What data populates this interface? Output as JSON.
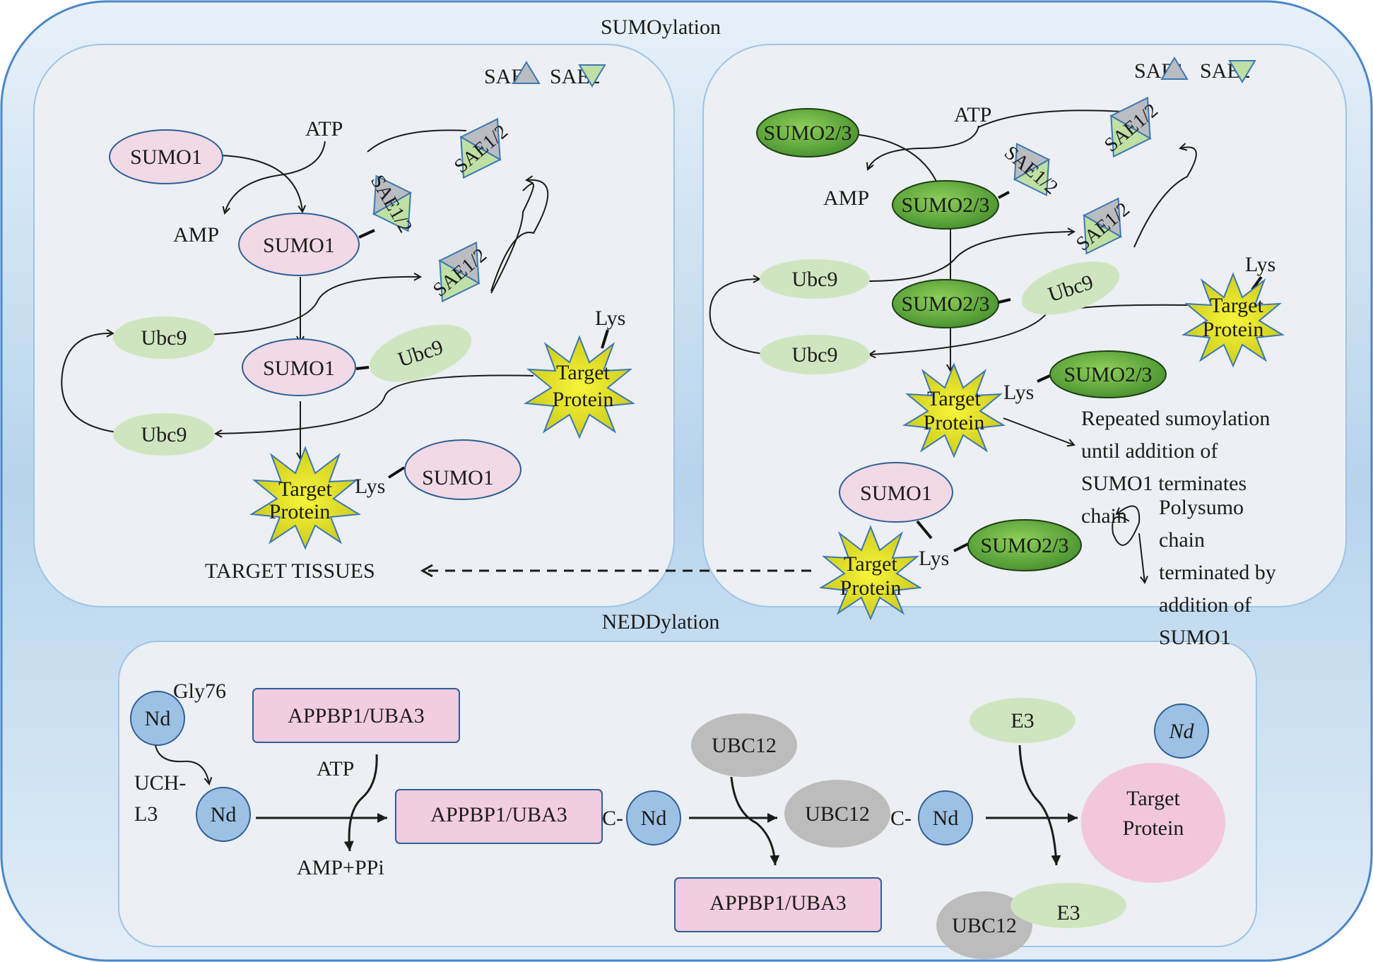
{
  "titles": {
    "sumo": "SUMOylation",
    "nedd": "NEDDylation"
  },
  "left": {
    "legend": {
      "sae1": "SAE1",
      "sae2": "SAE2"
    },
    "atp": "ATP",
    "amp": "AMP",
    "sumo1_a": "SUMO1",
    "sumo1_b": "SUMO1",
    "sumo1_c": "SUMO1",
    "sumo1_d": "SUMO1",
    "sae_a": "SAE1/2",
    "sae_b": "SAE1/2",
    "sae_c": "SAE1/2",
    "ubc9_a": "Ubc9",
    "ubc9_b": "Ubc9",
    "ubc9_c": "Ubc9",
    "lys_a": "Lys",
    "lys_b": "Lys",
    "target_line1": "Target",
    "target_line2": "Protein",
    "target_tissues": "TARGET TISSUES"
  },
  "right": {
    "legend": {
      "sae1": "SAE1",
      "sae2": "SAE2"
    },
    "atp": "ATP",
    "amp": "AMP",
    "sumo23_a": "SUMO2/3",
    "sumo23_b": "SUMO2/3",
    "sumo23_c": "SUMO2/3",
    "sumo23_d": "SUMO2/3",
    "sumo23_e": "SUMO2/3",
    "sae_a": "SAE1/2",
    "sae_b": "SAE1/2",
    "sae_c": "SAE1/2",
    "ubc9_a": "Ubc9",
    "ubc9_b": "Ubc9",
    "ubc9_c": "Ubc9",
    "lys_a": "Lys",
    "lys_b": "Lys",
    "lys_c": "Lys",
    "target_line1": "Target",
    "target_line2": "Protein",
    "sumo1": "SUMO1",
    "repeat_note": [
      "Repeated sumoylation",
      "until addition of",
      "SUMO1 terminates",
      "chain"
    ],
    "poly_note": [
      "Polysumo",
      "chain",
      "terminated by",
      "addition of",
      "SUMO1"
    ]
  },
  "nedd": {
    "gly76": "Gly76",
    "nd": "Nd",
    "uch": [
      "UCH-",
      "L3"
    ],
    "appbp1": "APPBP1/UBA3",
    "atp": "ATP",
    "amp_ppi": "AMP+PPi",
    "c_prefix": "C-",
    "ubc12": "UBC12",
    "e3": "E3",
    "target_line1": "Target",
    "target_line2": "Protein"
  },
  "colors": {
    "outer_bg": "#b9d6ee",
    "outer_border": "#4a86c8",
    "panel_bg": "#eceff3",
    "panel_border": "#9ec4e6",
    "sumo1_fill": "#f1d9e6",
    "sumo1_stroke": "#2f5f95",
    "sumo23_fill": "#5ea63a",
    "ubc9_fill": "#cfe5bf",
    "sae_grey": "#b9bcc0",
    "sae_green": "#bfdfa4",
    "star_fill": "#f4f218",
    "star_stroke": "#3b78b5",
    "nd_fill": "#9dc1e4",
    "appbp1_fill": "#f2cce0",
    "ubc12_fill": "#bcbcbc",
    "e3_fill": "#cfe5bf",
    "target_fill": "#f2c7dc"
  }
}
